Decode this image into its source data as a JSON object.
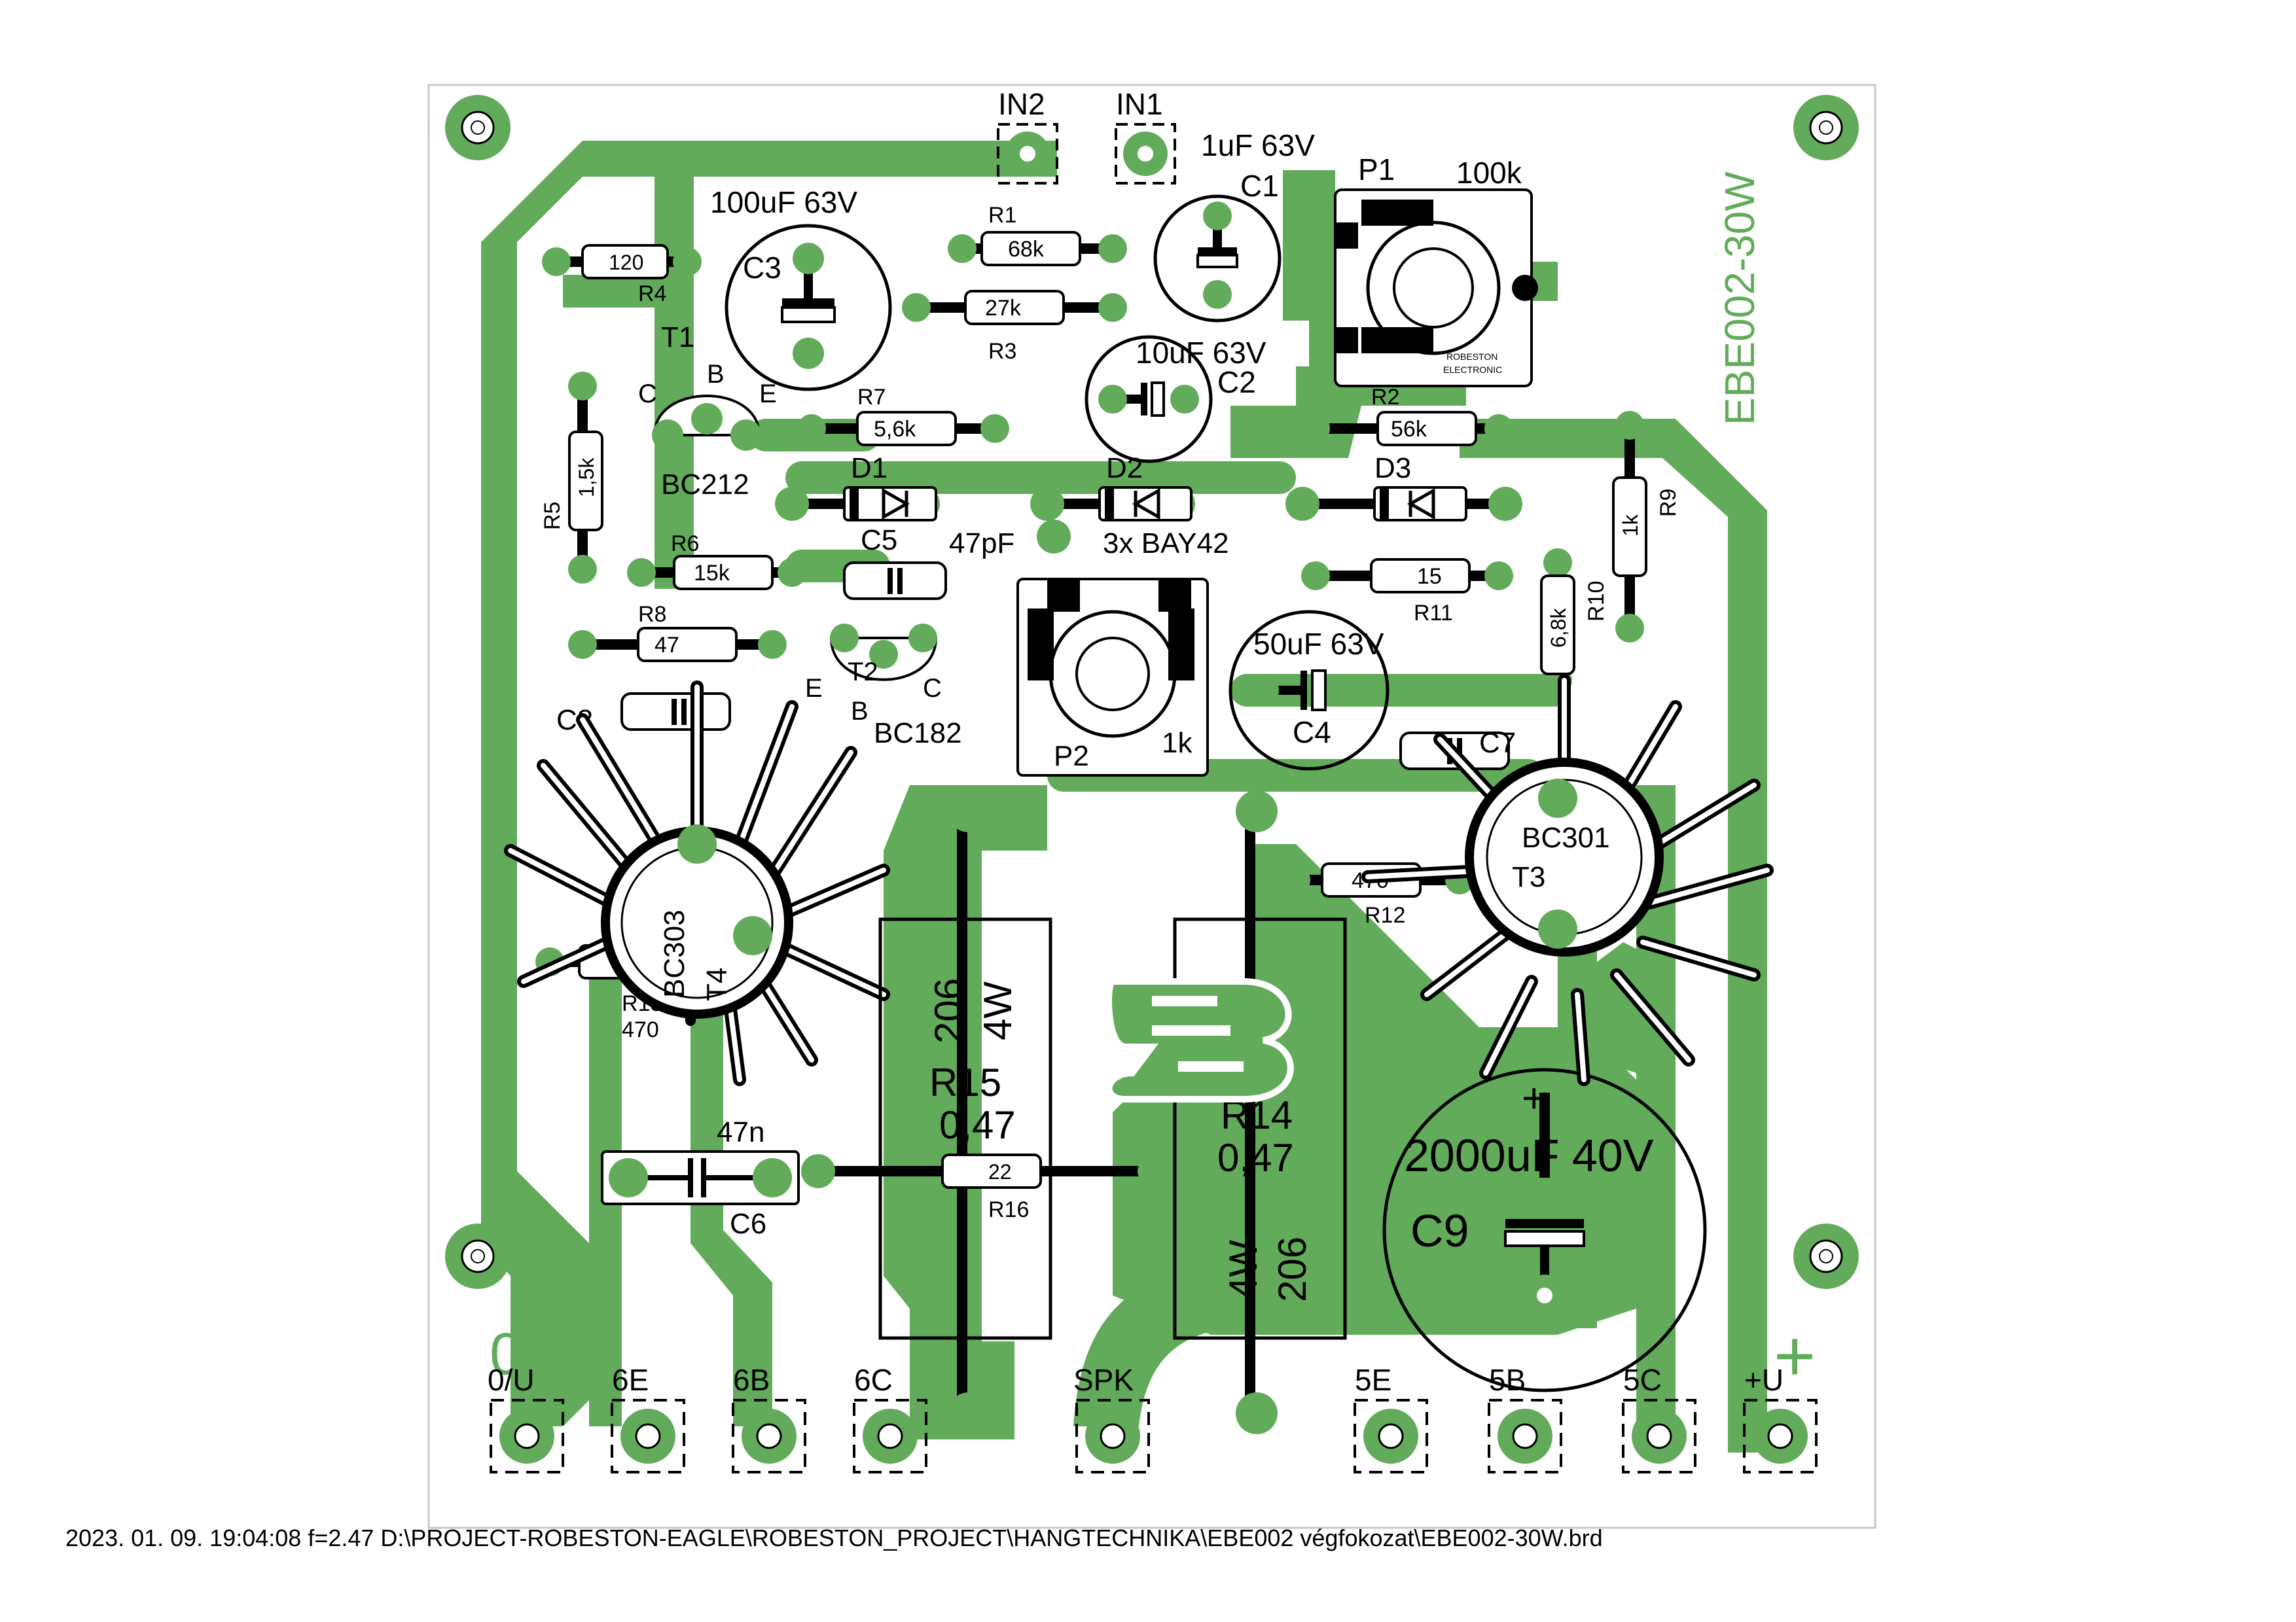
{
  "colors": {
    "copper": "#62ab5a",
    "pad": "#62ab5a",
    "silk": "#000000",
    "board": "#ffffff",
    "edge": "#c8c8c8"
  },
  "footer": {
    "text": "2023. 01. 09. 19:04:08  f=2.47  D:\\PROJECT-ROBESTON-EAGLE\\ROBESTON_PROJECT\\HANGTECHNIKA\\EBE002 végfokozat\\EBE002-30W.brd"
  },
  "board": {
    "title": "EBE002-30W",
    "plus_mark": "+",
    "zero_mark": "0"
  },
  "inputs": {
    "in1": "IN1",
    "in2": "IN2"
  },
  "connectors": [
    "0/U",
    "6E",
    "6B",
    "6C",
    "SPK",
    "5E",
    "5B",
    "5C",
    "+U"
  ],
  "components": {
    "c1": {
      "ref": "C1",
      "value": "1uF 63V"
    },
    "c2": {
      "ref": "C2",
      "value": "10uF 63V"
    },
    "c3": {
      "ref": "C3",
      "value": "100uF 63V"
    },
    "c4": {
      "ref": "C4",
      "value": "50uF 63V"
    },
    "c5": {
      "ref": "C5",
      "value": "47pF"
    },
    "c6": {
      "ref": "C6",
      "value": "47n"
    },
    "c7": {
      "ref": "C7"
    },
    "c8": {
      "ref": "C8"
    },
    "c9": {
      "ref": "C9",
      "value": "2000uF 40V"
    },
    "p1": {
      "ref": "P1",
      "value": "100k",
      "maker1": "ROBESTON",
      "maker2": "ELECTRONIC"
    },
    "p2": {
      "ref": "P2",
      "value": "1k"
    },
    "r1": {
      "ref": "R1",
      "value": "68k"
    },
    "r2": {
      "ref": "R2",
      "value": "56k"
    },
    "r3": {
      "ref": "R3",
      "value": "27k"
    },
    "r4": {
      "ref": "R4",
      "value": "120"
    },
    "r5": {
      "ref": "R5",
      "value": "1,5k"
    },
    "r6": {
      "ref": "R6",
      "value": "15k"
    },
    "r7": {
      "ref": "R7",
      "value": "5,6k"
    },
    "r8": {
      "ref": "R8",
      "value": "47"
    },
    "r9": {
      "ref": "R9",
      "value": "1k"
    },
    "r10": {
      "ref": "R10",
      "value": "6,8k"
    },
    "r11": {
      "ref": "R11",
      "value": "15"
    },
    "r12": {
      "ref": "R12",
      "value": "470"
    },
    "r13": {
      "ref": "R13",
      "value": "470"
    },
    "r14": {
      "ref": "R14",
      "value": "0,47",
      "power": "4W",
      "type": "206"
    },
    "r15": {
      "ref": "R15",
      "value": "0,47",
      "power": "4W",
      "type": "206"
    },
    "r16": {
      "ref": "R16",
      "value": "22"
    },
    "d1": {
      "ref": "D1"
    },
    "d2": {
      "ref": "D2"
    },
    "d3": {
      "ref": "D3"
    },
    "diodes_note": "3x BAY42",
    "t1": {
      "ref": "T1",
      "type": "BC212",
      "c": "C",
      "b": "B",
      "e": "E"
    },
    "t2": {
      "ref": "T2",
      "type": "BC182",
      "c": "C",
      "b": "B",
      "e": "E"
    },
    "t3": {
      "ref": "T3",
      "type": "BC301"
    },
    "t4": {
      "ref": "T4",
      "type": "BC303"
    }
  }
}
